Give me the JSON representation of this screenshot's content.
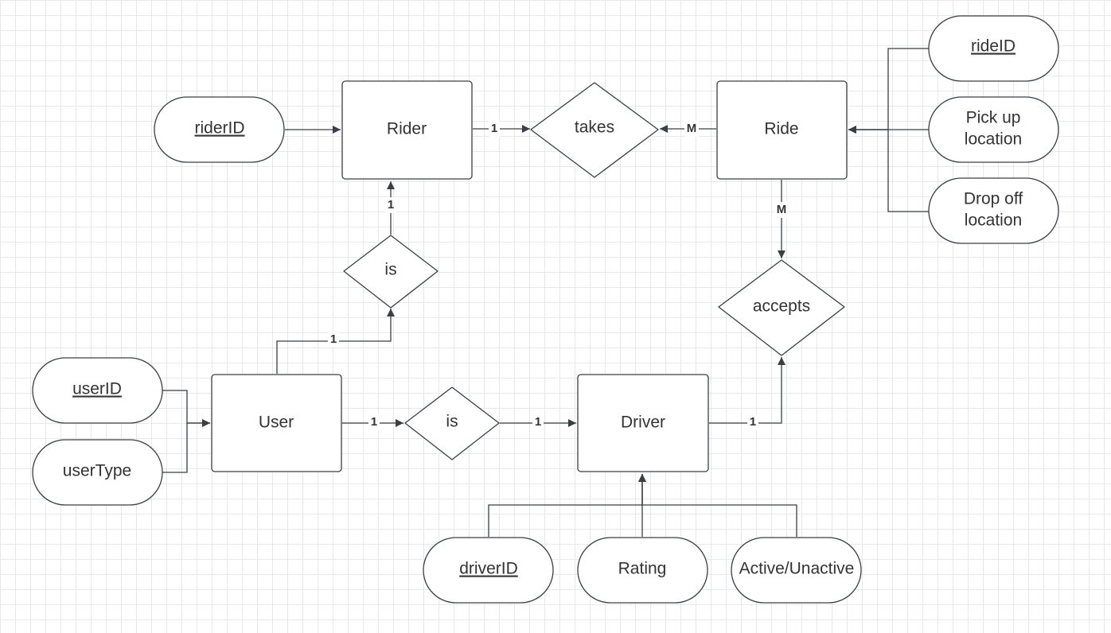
{
  "entities": {
    "rider": "Rider",
    "ride": "Ride",
    "user": "User",
    "driver": "Driver"
  },
  "relationships": {
    "takes": "takes",
    "is_rider": "is",
    "is_driver": "is",
    "accepts": "accepts"
  },
  "attributes": {
    "rider_id": "riderID",
    "ride_id": "rideID",
    "pickup_line1": "Pick up",
    "pickup_line2": "location",
    "dropoff_line1": "Drop off",
    "dropoff_line2": "location",
    "user_id": "userID",
    "user_type": "userType",
    "driver_id": "driverID",
    "rating": "Rating",
    "active": "Active/Unactive"
  },
  "cardinalities": {
    "rider_takes": "1",
    "ride_takes": "M",
    "is_rider_top": "1",
    "user_is_rider": "1",
    "user_is_driver": "1",
    "is_driver": "1",
    "ride_accepts": "M",
    "driver_accepts": "1"
  },
  "colors": {
    "stroke": "#3a3f45",
    "text": "#333333",
    "grid": "#e6e8eb"
  }
}
